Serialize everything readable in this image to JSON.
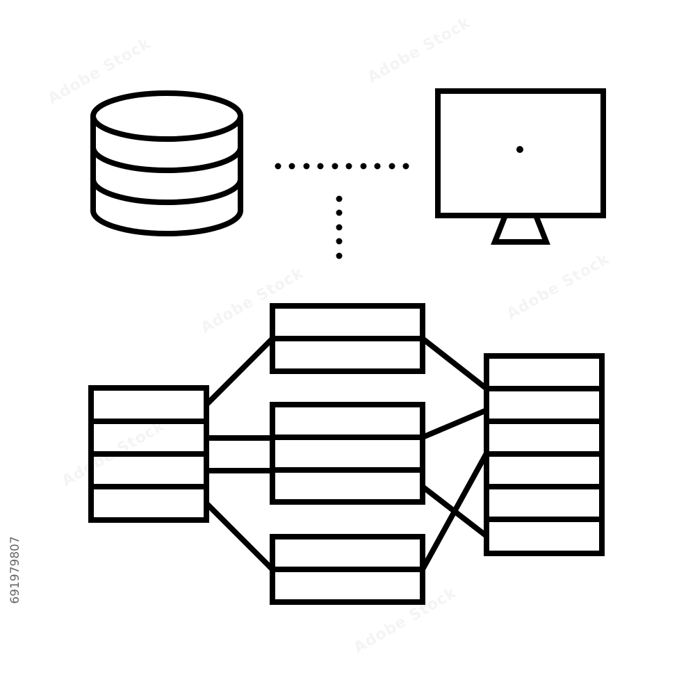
{
  "image": {
    "stock_id": "691979807",
    "watermark_text": "Adobe Stock",
    "stroke_color": "#000000",
    "background_color": "#ffffff"
  },
  "icons": [
    {
      "name": "database-icon",
      "semantic": "database"
    },
    {
      "name": "monitor-icon",
      "semantic": "computer-monitor"
    },
    {
      "name": "dotted-connector",
      "semantic": "dotted-network-link"
    },
    {
      "name": "schema-diagram",
      "semantic": "linked-tables"
    }
  ],
  "schema": {
    "tables": [
      {
        "name": "table-left",
        "rows": 4
      },
      {
        "name": "table-top-middle",
        "rows": 2
      },
      {
        "name": "table-center-middle",
        "rows": 3
      },
      {
        "name": "table-bottom-middle",
        "rows": 2
      },
      {
        "name": "table-right",
        "rows": 6
      }
    ]
  }
}
